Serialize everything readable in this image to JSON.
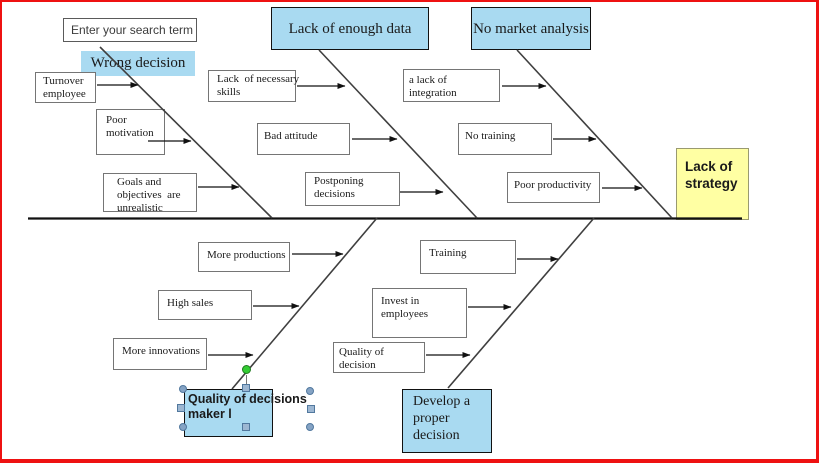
{
  "colors": {
    "frame_red": "#ee1111",
    "node_blue": "#a9daf1",
    "effect_yellow": "#ffffa3",
    "handle_blue": "#85a3c4",
    "handle_green": "#33cc33",
    "line_gray": "#3f3f3f"
  },
  "search": {
    "value": "Enter your search term"
  },
  "diagram": {
    "effect": {
      "label": "Lack of\nstrategy"
    },
    "branches": {
      "wrong_decision": {
        "label": "Wrong decision"
      },
      "lack_of_enough_data": {
        "label": "Lack of enough data"
      },
      "no_market_analysis": {
        "label": "No market analysis"
      },
      "quality_of_decisions_maker": {
        "label": "Quality of decisions\nmaker l",
        "selected": true
      },
      "develop_a_proper_decision": {
        "label": "Develop a\nproper\ndecision"
      }
    },
    "causes": {
      "turnover_employee": {
        "label": "Turnover\nemployee"
      },
      "poor_motivation": {
        "label": "Poor\nmotivation"
      },
      "goals_unrealistic": {
        "label": "Goals and\nobjectives  are\nunrealistic"
      },
      "lack_of_necessary_skills": {
        "label": "Lack  of necessary\nskills"
      },
      "bad_attitude": {
        "label": "Bad attitude"
      },
      "postponing_decisions": {
        "label": "Postponing\ndecisions"
      },
      "a_lack_of_integration": {
        "label": "a lack of\nintegration"
      },
      "no_training": {
        "label": "No training"
      },
      "poor_productivity": {
        "label": "Poor productivity"
      },
      "more_productions": {
        "label": "More productions"
      },
      "high_sales": {
        "label": "High sales"
      },
      "more_innovations": {
        "label": "More innovations"
      },
      "training": {
        "label": "Training"
      },
      "invest_in_employees": {
        "label": "Invest in\nemployees"
      },
      "quality_of_decision": {
        "label": "Quality of\ndecision"
      }
    }
  }
}
